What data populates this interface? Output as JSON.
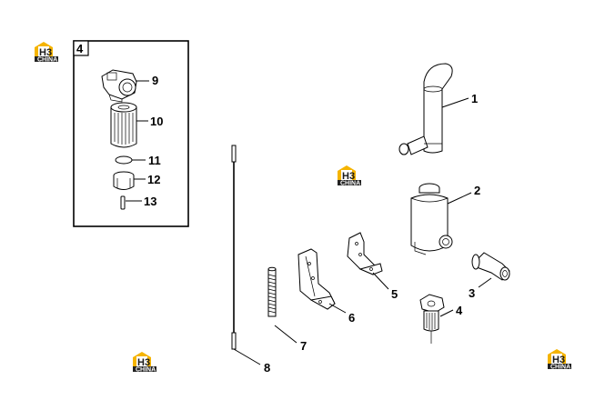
{
  "diagram": {
    "box_label": "4",
    "callouts": {
      "c1": "1",
      "c2": "2",
      "c3": "3",
      "c4": "4",
      "c5": "5",
      "c6": "6",
      "c7": "7",
      "c8": "8",
      "c9": "9",
      "c10": "10",
      "c11": "11",
      "c12": "12",
      "c13": "13"
    },
    "logo": {
      "letters": "H3",
      "sub": "CHINA"
    },
    "colors": {
      "logo_yellow": "#f5b400",
      "logo_dark": "#222222",
      "line": "#000000"
    }
  }
}
